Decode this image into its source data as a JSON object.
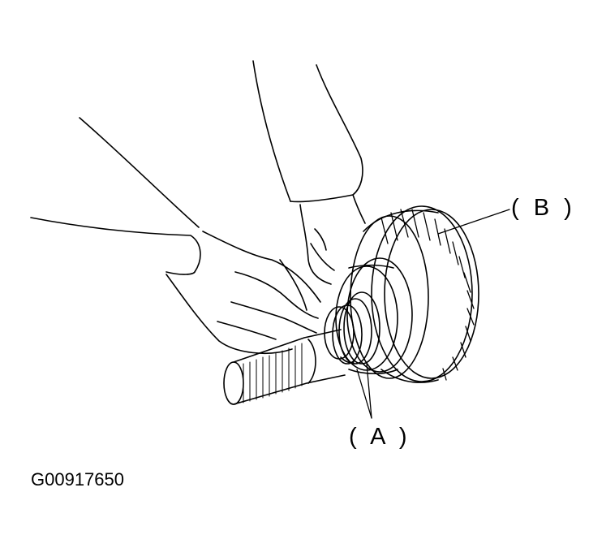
{
  "labels": {
    "part_a": "( A )",
    "part_b": "( B )"
  },
  "figure_id": "G00917650",
  "colors": {
    "line": "#000000",
    "background": "#ffffff"
  }
}
